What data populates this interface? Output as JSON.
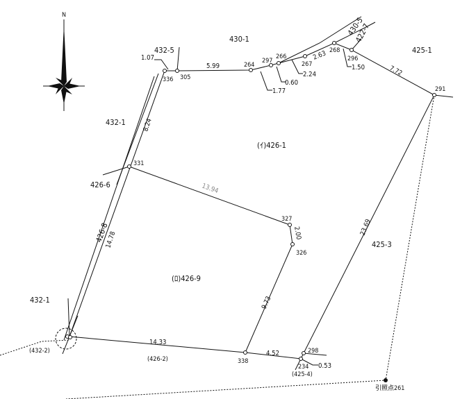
{
  "north_label": "N",
  "parcels": {
    "p430_1": "430-1",
    "p432_5": "432-5",
    "p430_5": "430-5",
    "p422_7": "422-7",
    "p425_1": "425-1",
    "p432_1_top": "432-1",
    "p426_6": "426-6",
    "p426_1": "(ｲ)426-1",
    "p426_8": "426-8",
    "p426_9": "(ﾛ)426-9",
    "p425_3": "425-3",
    "p432_1_bottom": "432-1",
    "p432_2": "(432-2)",
    "p426_2": "(426-2)",
    "p425_4": "(425-4)"
  },
  "points": {
    "p336": "336",
    "p305": "305",
    "p264": "264",
    "p297": "297",
    "p266": "266",
    "p267": "267",
    "p268": "268",
    "p296": "296",
    "p291": "291",
    "p331": "331",
    "p327": "327",
    "p326": "326",
    "p338": "338",
    "p298": "298",
    "p234": "234",
    "ref": "引照点261"
  },
  "distances": {
    "d107": "1.07",
    "d599": "5.99",
    "d177": "1.77",
    "d060": "0.60",
    "d224": "2.24",
    "d263": "2.63",
    "d150": "1.50",
    "d772": "7.72",
    "d824": "8.24",
    "d1394": "13.94",
    "d200": "2.00",
    "d2369": "23.69",
    "d1478": "14.78",
    "d973": "9.73",
    "d1433": "14.33",
    "d452": "4.52",
    "d053": "0.53"
  }
}
